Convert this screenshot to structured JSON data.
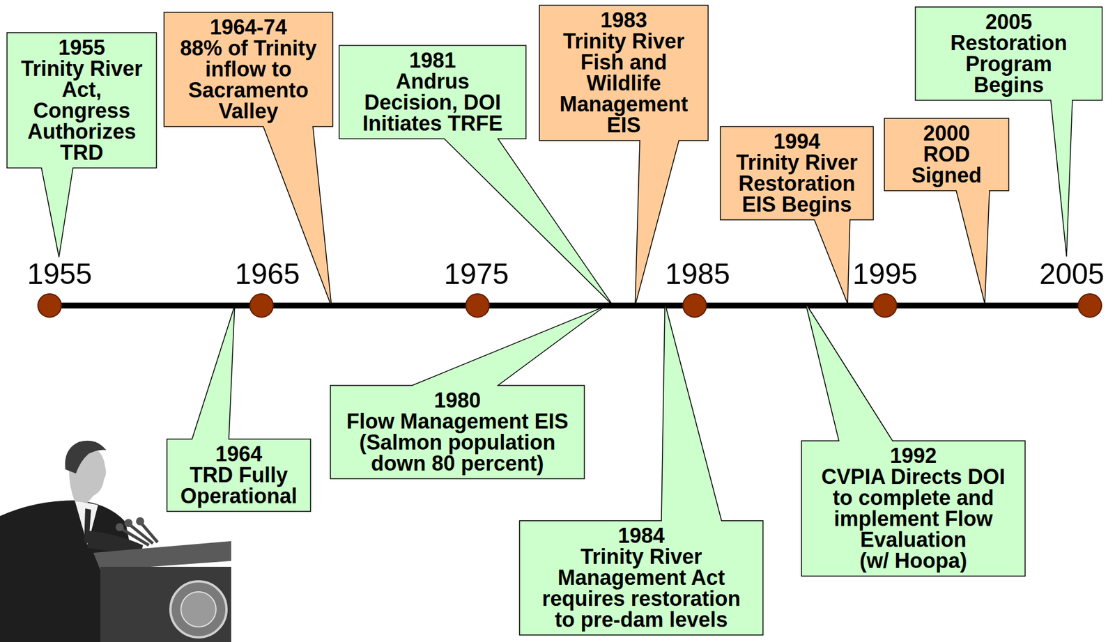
{
  "diagram": {
    "nodes": [
      {
        "text": [
          "1955",
          "Trinity River Act, Congress Authorizes TRD"
        ]
      },
      {
        "text": [
          "1964-74",
          "88% of Trinity inflow to Sacramento Valley"
        ]
      },
      {
        "text": [
          "1981",
          "Andrus Decision, DOI Initiates TRFE"
        ]
      },
      {
        "text": [
          "1983",
          "Trinity River Fish and Wildlife Management EIS"
        ]
      },
      {
        "text": [
          "1994",
          "Trinity River Restoration EIS Begins"
        ]
      },
      {
        "text": [
          "2000",
          "ROD Signed"
        ]
      },
      {
        "text": [
          "2005",
          "Restoration Program Begins"
        ]
      },
      {
        "text": [
          "1964",
          "TRD Fully Operational"
        ]
      },
      {
        "text": [
          "1980",
          "Flow Management EIS",
          "(Salmon population down 80 percent)"
        ]
      },
      {
        "text": [
          "1984",
          "Trinity River Management Act requires restoration to pre-dam levels"
        ]
      },
      {
        "text": [
          "1992",
          "CVPIA Directs DOI to complete and implement Flow Evaluation",
          "(w/ Hoopa)"
        ]
      }
    ],
    "labels": [
      "1955",
      "1965",
      "1975",
      "1985",
      "1995",
      "2005"
    ]
  }
}
